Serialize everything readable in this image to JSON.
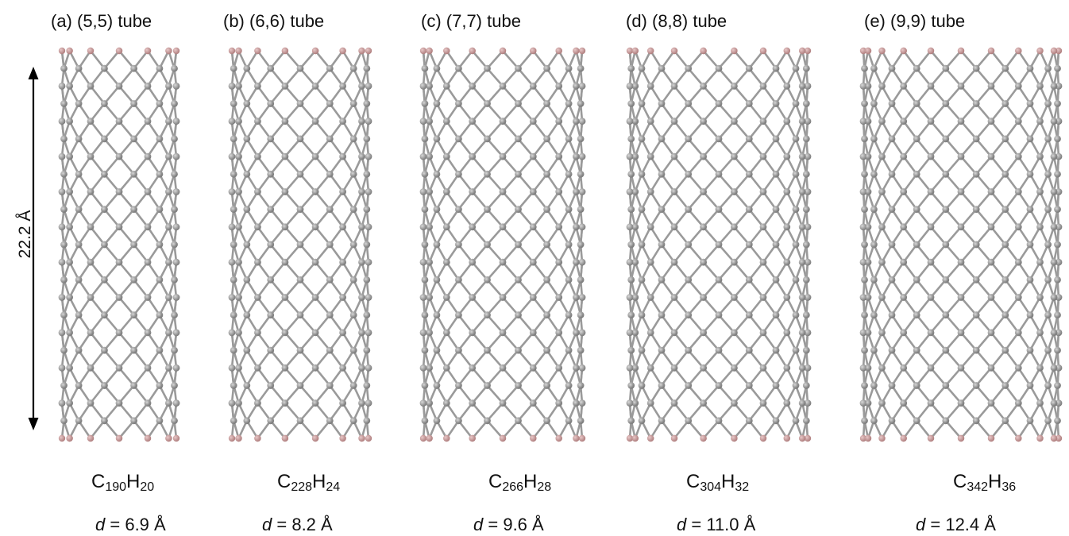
{
  "figure": {
    "length_label": "22.2 Å",
    "panels": [
      {
        "label": "(a) (5,5) tube",
        "formula": {
          "c_symbol": "C",
          "c_count": "190",
          "h_symbol": "H",
          "h_count": "20"
        },
        "d_symbol": "d",
        "d_value": "= 6.9 Å",
        "half_width_columns": 5
      },
      {
        "label": "(b) (6,6) tube",
        "formula": {
          "c_symbol": "C",
          "c_count": "228",
          "h_symbol": "H",
          "h_count": "24"
        },
        "d_symbol": "d",
        "d_value": "= 8.2 Å",
        "half_width_columns": 6
      },
      {
        "label": "(c) (7,7) tube",
        "formula": {
          "c_symbol": "C",
          "c_count": "266",
          "h_symbol": "H",
          "h_count": "28"
        },
        "d_symbol": "d",
        "d_value": "= 9.6 Å",
        "half_width_columns": 7
      },
      {
        "label": "(d) (8,8) tube",
        "formula": {
          "c_symbol": "C",
          "c_count": "304",
          "h_symbol": "H",
          "h_count": "32"
        },
        "d_symbol": "d",
        "d_value": "= 11.0 Å",
        "half_width_columns": 8
      },
      {
        "label": "(e) (9,9) tube",
        "formula": {
          "c_symbol": "C",
          "c_count": "342",
          "h_symbol": "H",
          "h_count": "36"
        },
        "d_symbol": "d",
        "d_value": "= 12.4 Å",
        "half_width_columns": 9
      }
    ],
    "colors": {
      "carbon": "#8f8f8f",
      "carbon_highlight": "#c9c9c9",
      "bond": "#9a9a9a",
      "hydrogen": "#c99a9a",
      "arrow": "#000000"
    }
  }
}
